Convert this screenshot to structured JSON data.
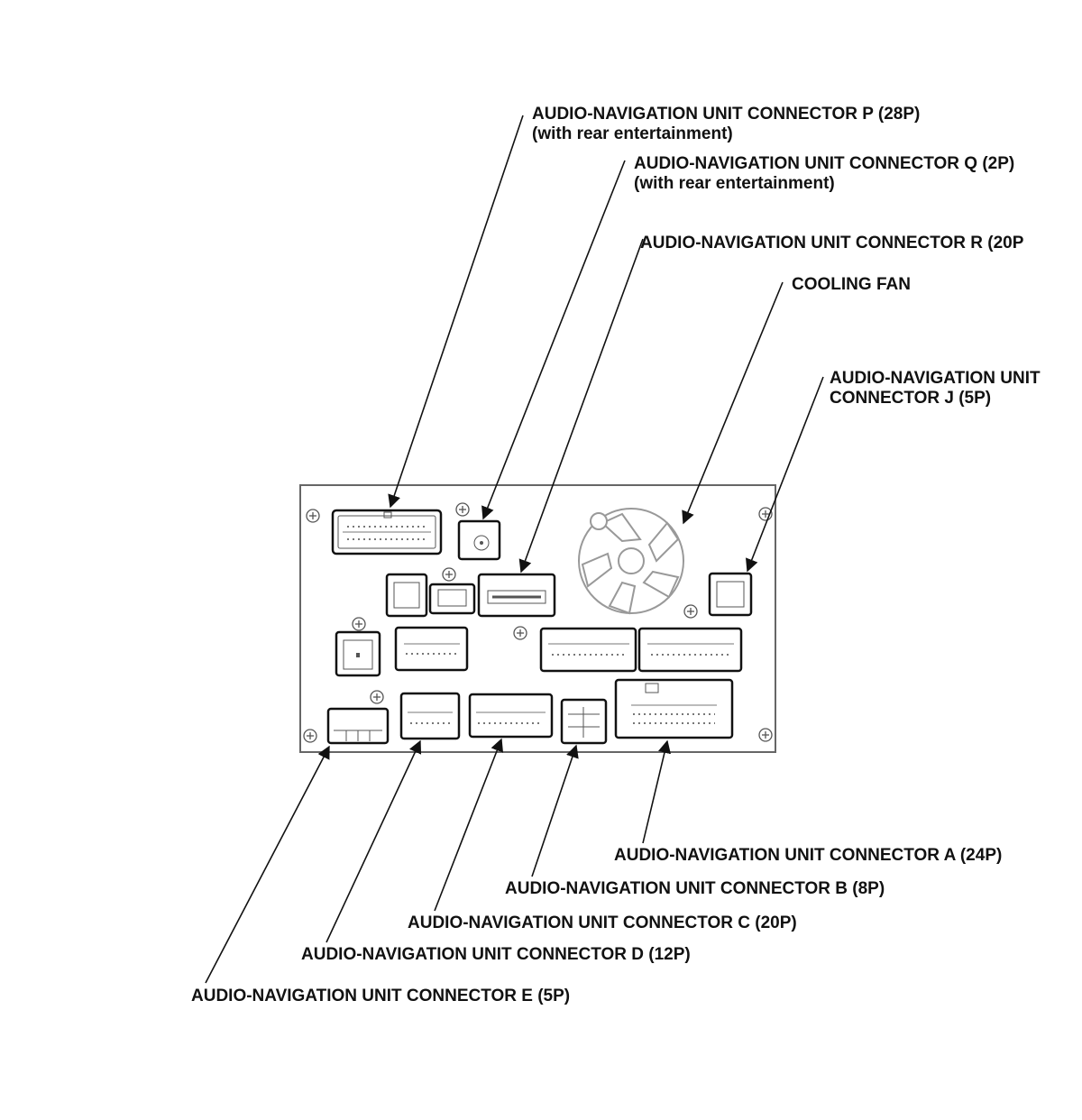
{
  "labels": {
    "p": {
      "line1": "AUDIO-NAVIGATION UNIT CONNECTOR P (28P)",
      "line2": "(with rear entertainment)"
    },
    "q": {
      "line1": "AUDIO-NAVIGATION UNIT CONNECTOR Q (2P)",
      "line2": "(with rear entertainment)"
    },
    "r": {
      "line1": "AUDIO-NAVIGATION UNIT CONNECTOR R (20P"
    },
    "fan": {
      "line1": "COOLING FAN"
    },
    "j": {
      "line1": "AUDIO-NAVIGATION UNIT",
      "line2": "CONNECTOR J (5P)"
    },
    "a": {
      "line1": "AUDIO-NAVIGATION UNIT CONNECTOR A (24P)"
    },
    "b": {
      "line1": "AUDIO-NAVIGATION UNIT CONNECTOR B (8P)"
    },
    "c": {
      "line1": "AUDIO-NAVIGATION UNIT CONNECTOR C (20P)"
    },
    "d": {
      "line1": "AUDIO-NAVIGATION UNIT CONNECTOR D (12P)"
    },
    "e": {
      "line1": "AUDIO-NAVIGATION UNIT CONNECTOR E (5P)"
    }
  }
}
